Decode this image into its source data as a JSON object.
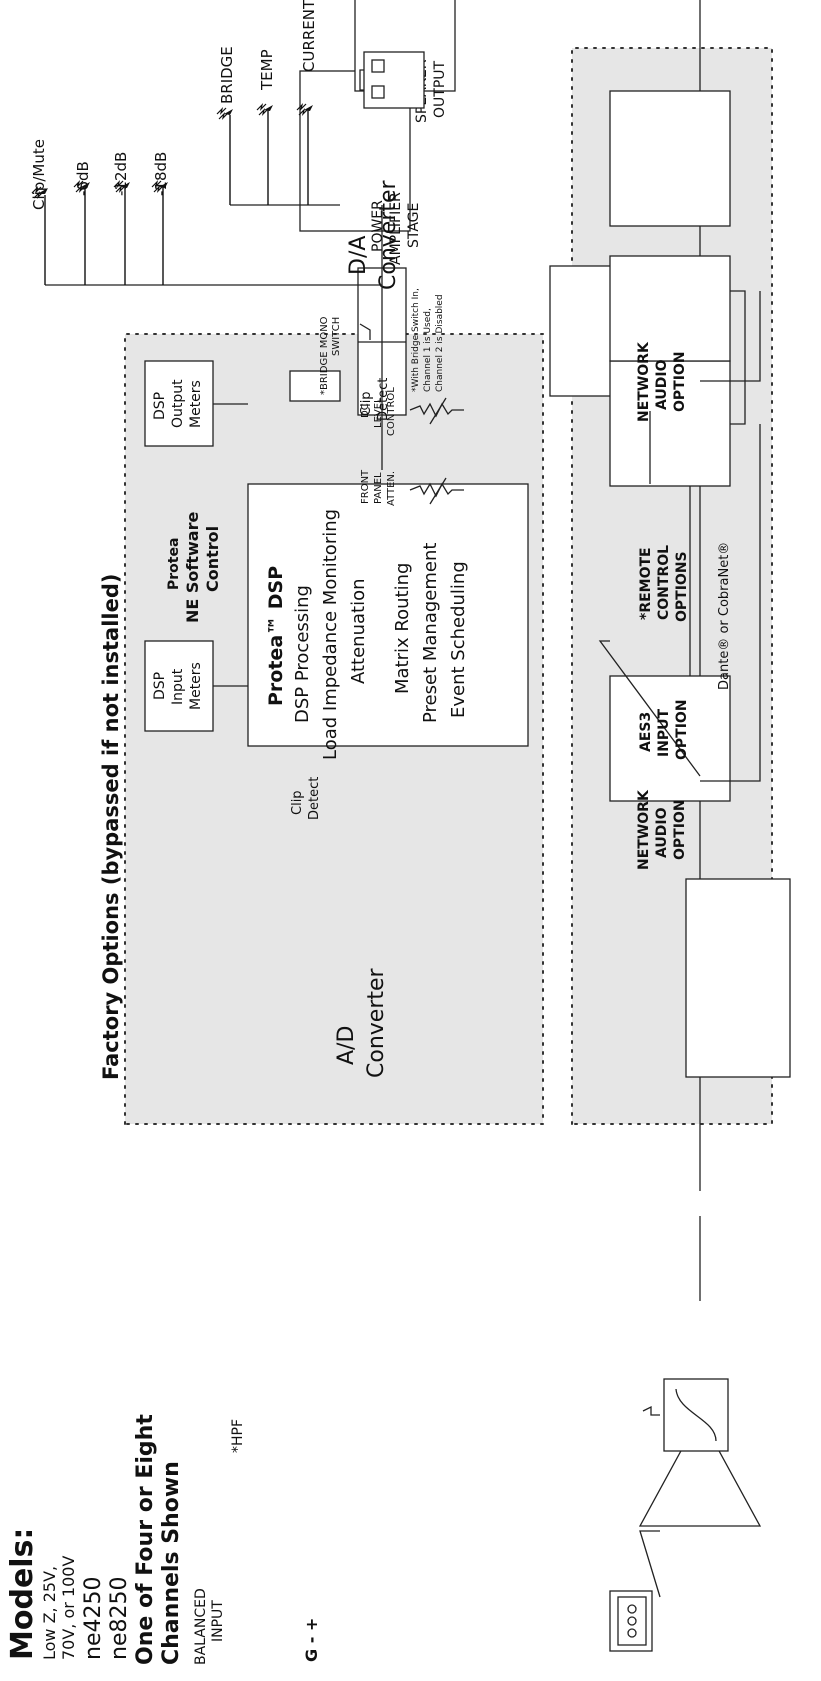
{
  "models": {
    "heading": "Models:",
    "line1": "Low Z, 25V,",
    "line2": "70V, or 100V",
    "model1": "ne4250",
    "model2": "ne8250"
  },
  "channels_note": {
    "line1": "One of Four or Eight",
    "line2": "Channels Shown"
  },
  "factory_title": "Factory Options (bypassed if not installed)",
  "input": {
    "label1": "BALANCED",
    "label2": "INPUT",
    "pins": "G - +"
  },
  "hpf_label": "*HPF",
  "ad": {
    "line1": "A/D",
    "line2": "Converter"
  },
  "da": {
    "line1": "D/A",
    "line2": "Converter"
  },
  "clip_detect": {
    "line1": "Clip",
    "line2": "Detect"
  },
  "dsp_input_meters": {
    "line1": "DSP",
    "line2": "Input",
    "line3": "Meters"
  },
  "dsp_output_meters": {
    "line1": "DSP",
    "line2": "Output",
    "line3": "Meters"
  },
  "protea_control": {
    "line1": "Protea",
    "line2": "NE Software",
    "line3": "Control"
  },
  "protea_dsp": {
    "title": "Protea™ DSP",
    "lines": [
      "DSP Processing",
      "Load Impedance Monitoring",
      "Attenuation",
      "Matrix Routing",
      "Preset Management",
      "Event Scheduling"
    ]
  },
  "options": {
    "aes3": [
      "AES3",
      "INPUT",
      "OPTION"
    ],
    "network_audio": [
      "NETWORK",
      "AUDIO",
      "OPTION"
    ],
    "remote_control": [
      "*REMOTE",
      "CONTROL",
      "OPTIONS"
    ],
    "dante": "Dante® or CobraNet®"
  },
  "attenuator": {
    "front": [
      "FRONT",
      "PANEL",
      "ATTEN."
    ],
    "dc": [
      "DC",
      "LEVEL",
      "CONTROL"
    ]
  },
  "bridge_switch": [
    "*BRIDGE MONO",
    "SWITCH"
  ],
  "bridge_note": [
    "*With Bridge Switch In,",
    "Channel 1 is Used,",
    "Channel 2 is Disabled"
  ],
  "indicators": [
    "Clip/Mute",
    "-6dB",
    "-12dB",
    "-18dB"
  ],
  "amp_indicators": [
    "BRIDGE",
    "TEMP",
    "CURRENT"
  ],
  "amp_stage": [
    "POWER",
    "AMPLIFIER",
    "STAGE"
  ],
  "speaker_output": [
    "SPEAKER",
    "OUTPUT"
  ]
}
